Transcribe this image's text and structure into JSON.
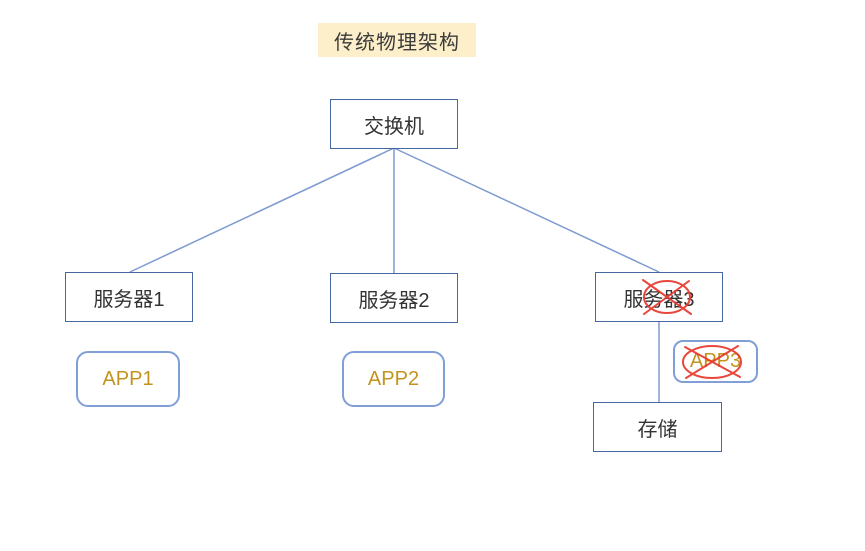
{
  "diagram": {
    "title": "传统物理架构",
    "nodes": {
      "switch": "交换机",
      "server1": "服务器1",
      "server2": "服务器2",
      "server3": "服务器3",
      "app1": "APP1",
      "app2": "APP2",
      "app3": "APP3",
      "storage": "存储"
    },
    "connections": [
      {
        "from": "switch",
        "to": "server1"
      },
      {
        "from": "switch",
        "to": "server2"
      },
      {
        "from": "switch",
        "to": "server3"
      },
      {
        "from": "server3",
        "to": "storage"
      }
    ],
    "annotations": [
      {
        "shape": "crossed-out-ellipse",
        "target": "server3-label",
        "color": "#e8372c"
      },
      {
        "shape": "crossed-out-ellipse",
        "target": "app3-label",
        "color": "#e8372c"
      }
    ],
    "colors": {
      "background": "#ffffff",
      "title_highlight": "#fcefc9",
      "box_border": "#44689f",
      "app_box_border": "#7f9fd6",
      "connector_line": "#7d9ad0",
      "app_text": "#c3941c",
      "label_text": "#333333",
      "annotation_red": "#e8372c"
    }
  }
}
